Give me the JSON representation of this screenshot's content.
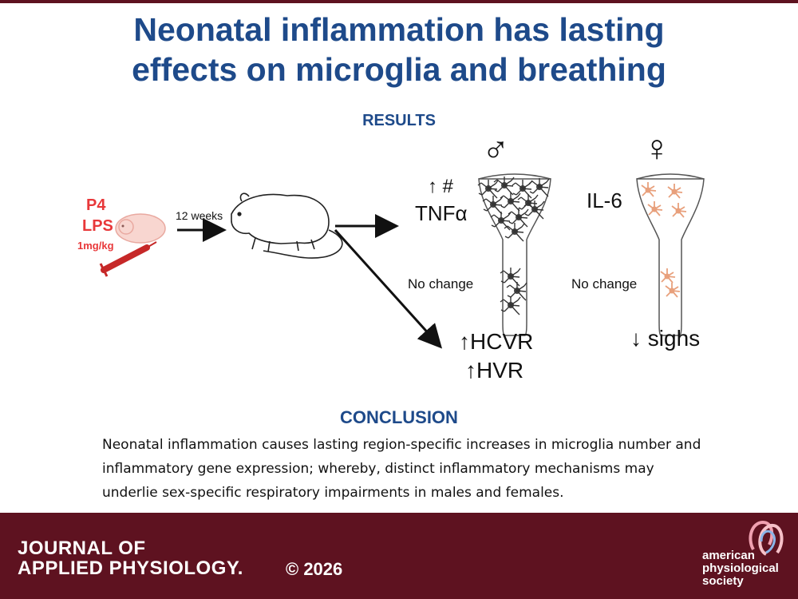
{
  "title_line1": "Neonatal inflammation has lasting",
  "title_line2": "effects on microglia and breathing",
  "results_heading": "RESULTS",
  "treatment": {
    "age": "P4",
    "agent": "LPS",
    "dose": "1mg/kg"
  },
  "timeline_label": "12 weeks",
  "male": {
    "symbol": "♂",
    "upper_result_line1": "↑ #",
    "upper_result_line2": "TNFα",
    "lower_result": "No change",
    "respiratory_line1": "↑HCVR",
    "respiratory_line2": "↑HVR"
  },
  "female": {
    "symbol": "♀",
    "upper_result": "IL-6",
    "lower_result": "No change",
    "respiratory": "↓ sighs"
  },
  "conclusion_heading": "CONCLUSION",
  "conclusion_line1": "Neonatal inflammation causes lasting region-specific increases in microglia number and",
  "conclusion_line2": "inflammatory gene expression; whereby, distinct inflammatory mechanisms may",
  "conclusion_line3": "underlie sex-specific respiratory impairments in males and females.",
  "footer": {
    "journal_line1": "JOURNAL OF",
    "journal_line2": "APPLIED PHYSIOLOGY.",
    "copyright": "© 2026",
    "society_line1": "american",
    "society_line2": "physiological",
    "society_line3": "society"
  },
  "colors": {
    "title": "#1e4a8a",
    "footer": "#5e1220",
    "accent_red": "#e8383a",
    "female_microglia": "#e8a07c"
  }
}
